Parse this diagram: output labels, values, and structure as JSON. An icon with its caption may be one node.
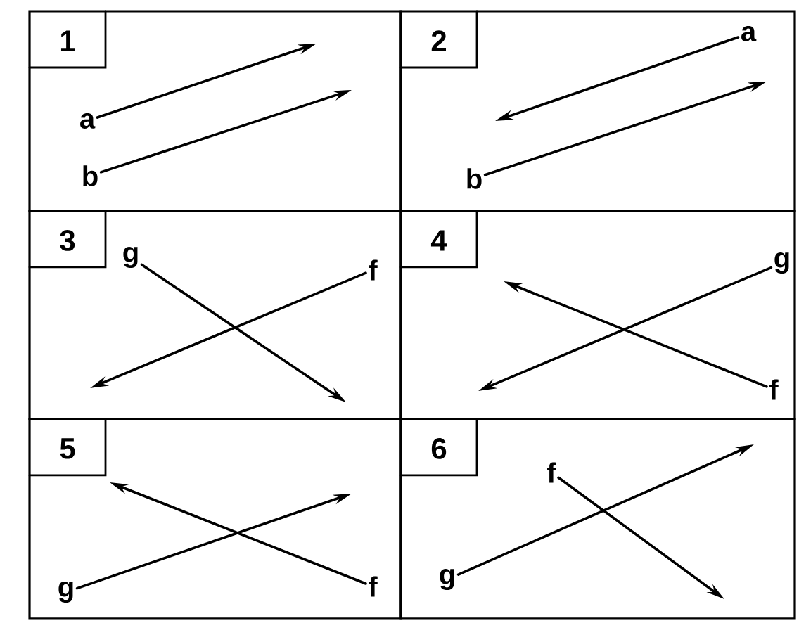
{
  "diagram": {
    "nodes": [
      {
        "text": [
          "1"
        ]
      },
      {
        "text": [
          "a"
        ],
        "in": 0
      },
      {
        "text": [
          "b"
        ],
        "in": 0
      },
      {
        "text": [
          "2"
        ]
      },
      {
        "text": [
          "a"
        ],
        "in": 3
      },
      {
        "text": [
          "b"
        ],
        "in": 3
      },
      {
        "text": [
          "3"
        ]
      },
      {
        "text": [
          "g"
        ],
        "in": 6
      },
      {
        "text": [
          "f"
        ],
        "in": 6
      },
      {
        "text": [
          "4"
        ]
      },
      {
        "text": [
          "g"
        ],
        "in": 9
      },
      {
        "text": [
          "f"
        ],
        "in": 9
      },
      {
        "text": [
          "5"
        ]
      },
      {
        "text": [
          "g"
        ],
        "in": 12
      },
      {
        "text": [
          "f"
        ],
        "in": 12
      },
      {
        "text": [
          "6"
        ]
      },
      {
        "text": [
          "f"
        ],
        "in": 15
      },
      {
        "text": [
          "g"
        ],
        "in": 15
      }
    ],
    "edges": [
      {
        "from": 1,
        "to": null,
        "arrow": "to"
      },
      {
        "from": 2,
        "to": null,
        "arrow": "to"
      },
      {
        "from": 4,
        "to": null,
        "arrow": "to"
      },
      {
        "from": 5,
        "to": null,
        "arrow": "to"
      },
      {
        "from": 7,
        "to": null,
        "arrow": "to"
      },
      {
        "from": 8,
        "to": null,
        "arrow": "to"
      },
      {
        "from": 10,
        "to": null,
        "arrow": "to"
      },
      {
        "from": 11,
        "to": null,
        "arrow": "to"
      },
      {
        "from": 13,
        "to": null,
        "arrow": "to"
      },
      {
        "from": 14,
        "to": null,
        "arrow": "to"
      },
      {
        "from": 16,
        "to": null,
        "arrow": "to"
      },
      {
        "from": 17,
        "to": null,
        "arrow": "to"
      }
    ]
  }
}
